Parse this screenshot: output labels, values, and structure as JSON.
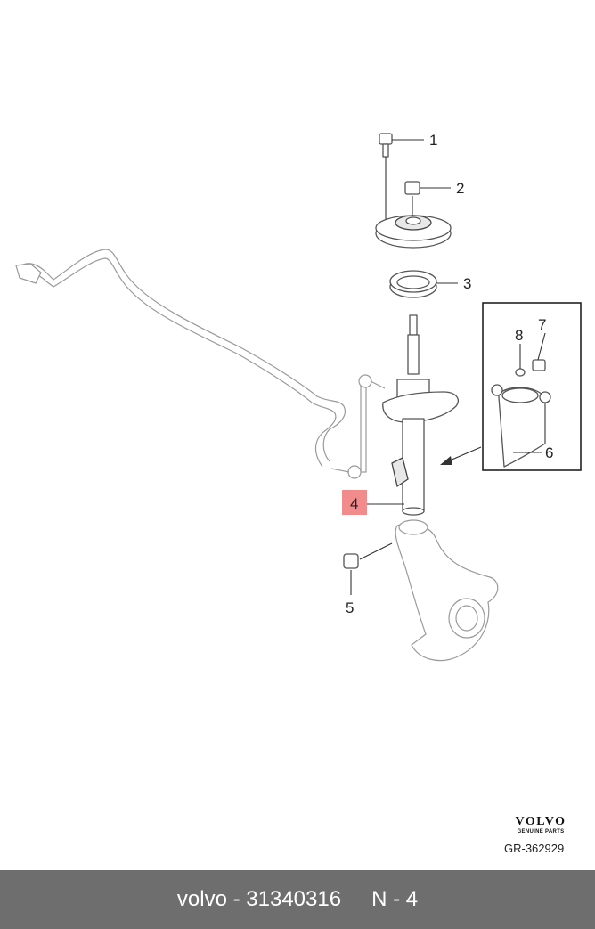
{
  "callouts": [
    {
      "id": "1",
      "label": "1"
    },
    {
      "id": "2",
      "label": "2"
    },
    {
      "id": "3",
      "label": "3"
    },
    {
      "id": "4",
      "label": "4"
    },
    {
      "id": "5",
      "label": "5"
    },
    {
      "id": "6",
      "label": "6"
    },
    {
      "id": "7",
      "label": "7"
    },
    {
      "id": "8",
      "label": "8"
    }
  ],
  "highlight_color": "#f28b8b",
  "brand": {
    "logo": "VOLVO",
    "subtitle": "GENUINE PARTS"
  },
  "reference_code": "GR-362929",
  "footer": {
    "part_info": "volvo - 31340316",
    "position": "N - 4"
  }
}
